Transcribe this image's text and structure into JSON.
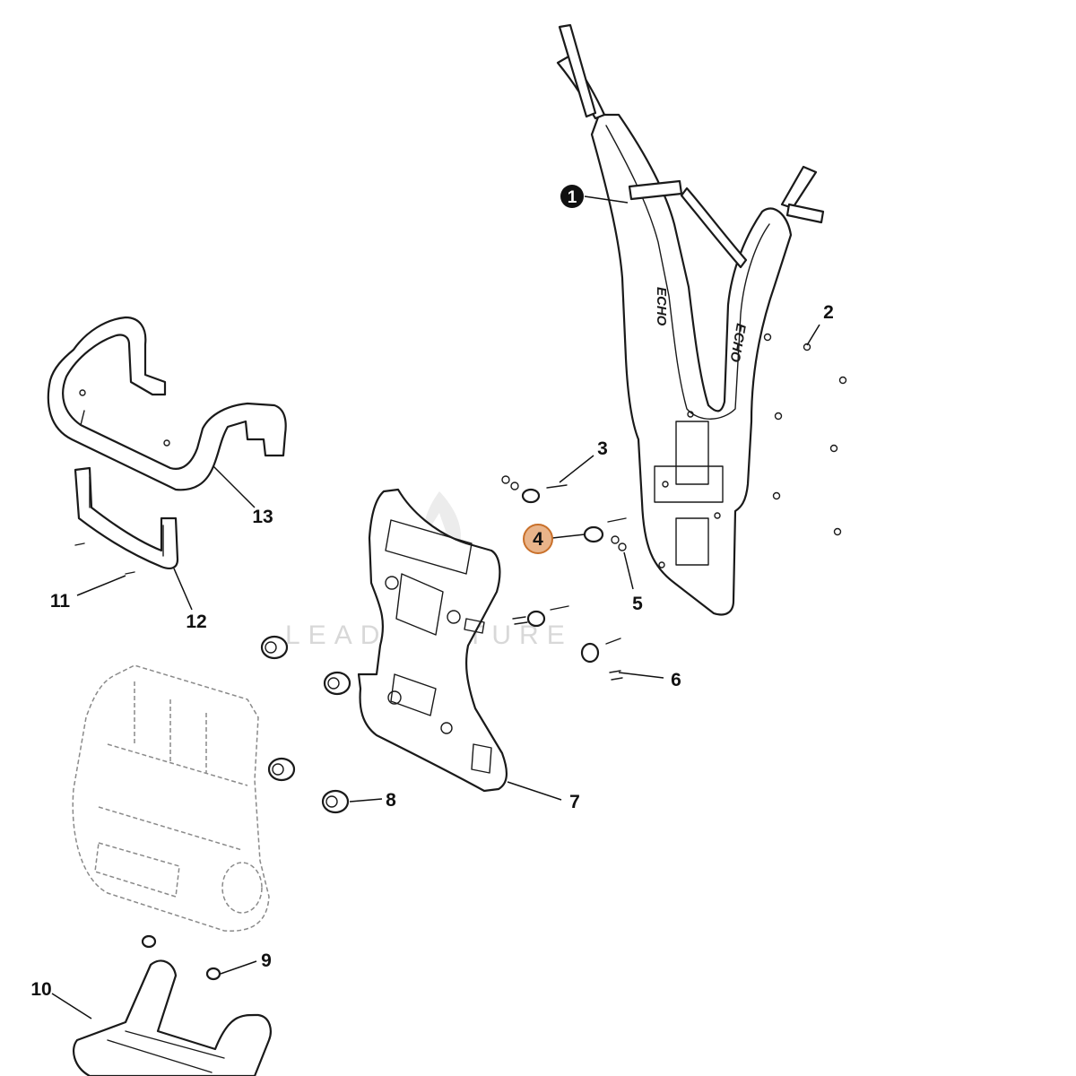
{
  "diagram": {
    "watermark": "LEADVENTURE",
    "brand_mark": "ECHO",
    "highlight_color": "#e9b48a",
    "highlight_stroke": "#c9702a",
    "callouts": [
      {
        "id": "1",
        "label": "1",
        "style": "filled"
      },
      {
        "id": "2",
        "label": "2",
        "style": "plain"
      },
      {
        "id": "3",
        "label": "3",
        "style": "plain"
      },
      {
        "id": "4",
        "label": "4",
        "style": "highlighted"
      },
      {
        "id": "5",
        "label": "5",
        "style": "plain"
      },
      {
        "id": "6",
        "label": "6",
        "style": "plain"
      },
      {
        "id": "7",
        "label": "7",
        "style": "plain"
      },
      {
        "id": "8",
        "label": "8",
        "style": "plain"
      },
      {
        "id": "9",
        "label": "9",
        "style": "plain"
      },
      {
        "id": "10",
        "label": "10",
        "style": "plain"
      },
      {
        "id": "11",
        "label": "11",
        "style": "plain"
      },
      {
        "id": "12",
        "label": "12",
        "style": "plain"
      },
      {
        "id": "13",
        "label": "13",
        "style": "plain"
      }
    ]
  }
}
